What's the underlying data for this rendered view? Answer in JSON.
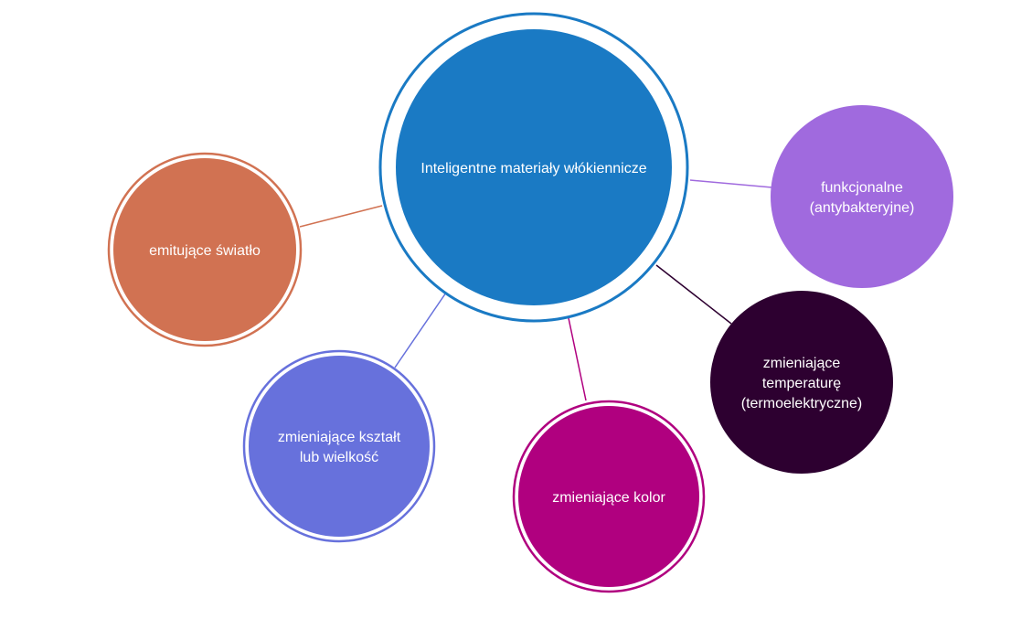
{
  "central": {
    "label": "Inteligentne materiały włókiennicze",
    "color": "#1a7ac4"
  },
  "branches": [
    {
      "id": "emitujace",
      "lines": [
        "emitujące światło"
      ],
      "color": "#d17252",
      "style": "ring"
    },
    {
      "id": "ksztalt",
      "lines": [
        "zmieniające kształt",
        "lub wielkość"
      ],
      "color": "#6771dc",
      "style": "ring"
    },
    {
      "id": "kolor",
      "lines": [
        "zmieniające kolor"
      ],
      "color": "#b0007f",
      "style": "ring"
    },
    {
      "id": "temperature",
      "lines": [
        "zmieniające",
        "temperaturę",
        "(termoelektryczne)"
      ],
      "color": "#2d0030",
      "style": "solid"
    },
    {
      "id": "funkcjonalne",
      "lines": [
        "funkcjonalne",
        "(antybakteryjne)"
      ],
      "color": "#a06ade",
      "style": "solid"
    }
  ]
}
